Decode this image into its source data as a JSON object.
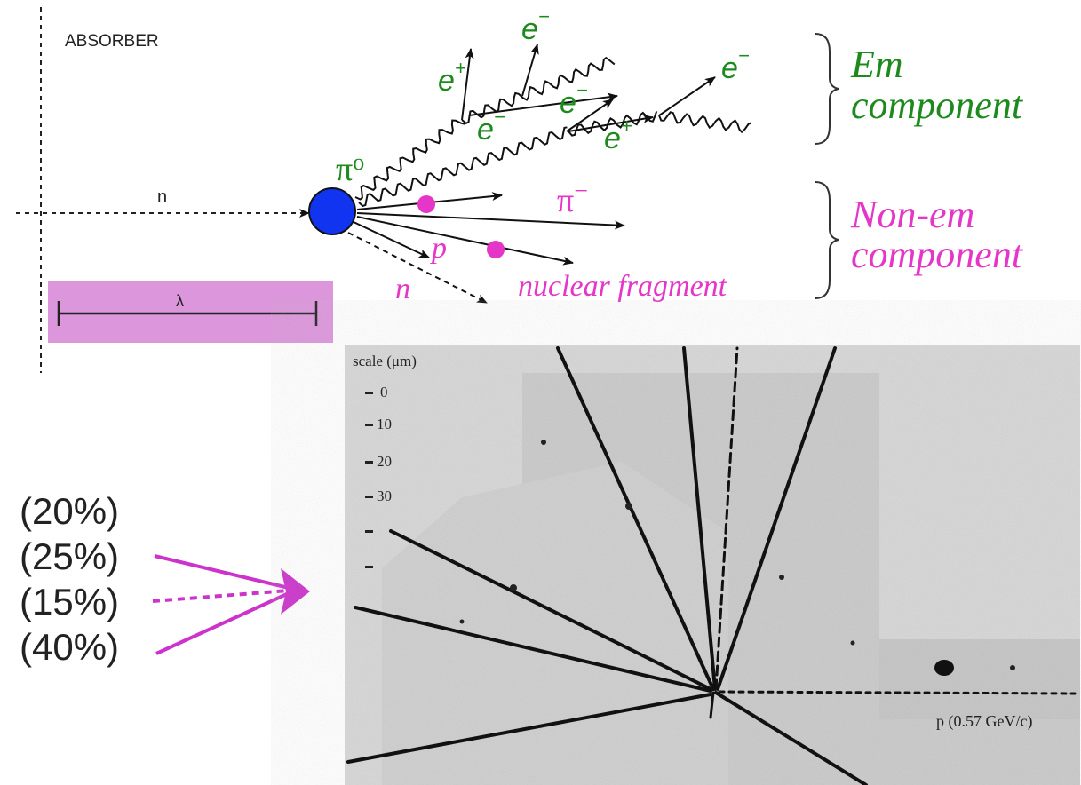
{
  "absorber_label": "ABSORBER",
  "neutron_label": "n",
  "lambda_label": "λ",
  "pi0_label": "π",
  "pi0_superscript": "o",
  "em_particles": {
    "e_plus_1": "e",
    "e_plus_1_sup": "+",
    "e_minus_1": "e",
    "e_minus_1_sup": "−",
    "e_minus_2": "e",
    "e_minus_2_sup": "−",
    "e_minus_3": "e",
    "e_minus_3_sup": "−",
    "e_plus_2": "e",
    "e_plus_2_sup": "+",
    "e_minus_4": "e",
    "e_minus_4_sup": "−"
  },
  "nonem_particles": {
    "pi_minus": "π",
    "pi_minus_sup": "−",
    "proton": "p",
    "neutron_out": "n",
    "fragment": "nuclear fragment"
  },
  "em_component": {
    "line1": "Em",
    "line2": "component"
  },
  "nonem_component": {
    "line1": "Non-em",
    "line2": "component"
  },
  "percentages": [
    "(20%)",
    "(25%)",
    "(15%)",
    "(40%)"
  ],
  "photo": {
    "scale_label": "scale (μm)",
    "scale_ticks": [
      "0",
      "10",
      "20",
      "30"
    ],
    "track_label": "p (0.57 GeV/c)"
  },
  "colors": {
    "em_green": "#1e8a1e",
    "nonem_magenta": "#e636c8",
    "nucleus_blue": "#1034f0",
    "lambda_band": "#dc96dc",
    "arrow_magenta": "#cc33cc"
  }
}
